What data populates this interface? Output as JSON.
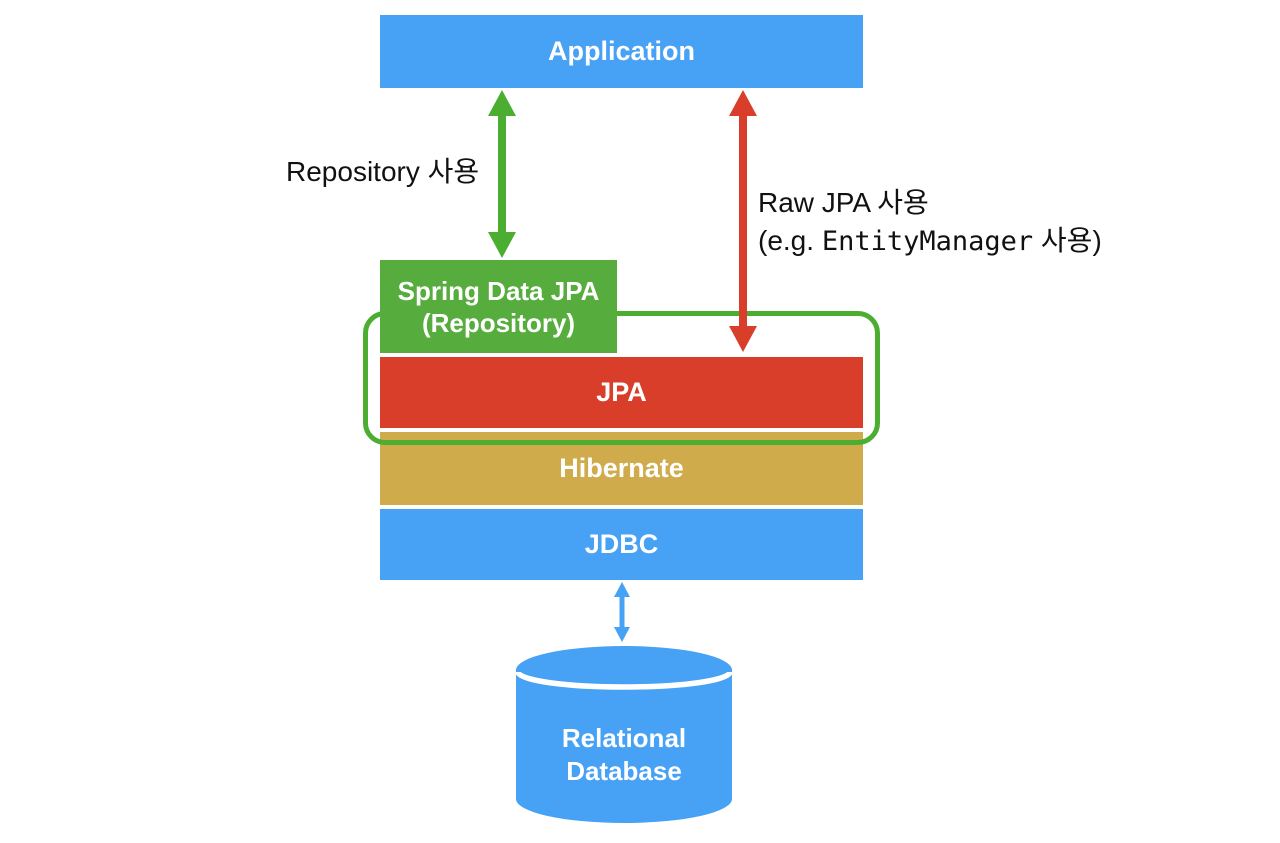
{
  "layers": {
    "application": "Application",
    "spring_data_jpa_line1": "Spring Data JPA",
    "spring_data_jpa_line2": "(Repository)",
    "jpa": "JPA",
    "hibernate": "Hibernate",
    "jdbc": "JDBC",
    "database_line1": "Relational",
    "database_line2": "Database"
  },
  "annotations": {
    "repository_usage": "Repository 사용",
    "raw_jpa_line1": "Raw JPA 사용",
    "raw_jpa_line2_prefix": "(e.g. ",
    "raw_jpa_line2_code": "EntityManager",
    "raw_jpa_line2_suffix": " 사용)"
  },
  "arrows": [
    {
      "name": "application-to-spring-data-jpa",
      "style": "double-headed",
      "color": "#4CAE31"
    },
    {
      "name": "application-to-jpa",
      "style": "double-headed",
      "color": "#D93E2A"
    },
    {
      "name": "jdbc-to-database",
      "style": "double-headed",
      "color": "#47A1F5"
    }
  ],
  "palette": {
    "blue": "#47A1F5",
    "box_green": "#57AC3E",
    "accent_green": "#4CAE31",
    "red": "#D93E2A",
    "gold": "#CFAB4C",
    "box_text": "#FFFFFF",
    "annotation_text": "#111111",
    "background": "#FFFFFF"
  }
}
